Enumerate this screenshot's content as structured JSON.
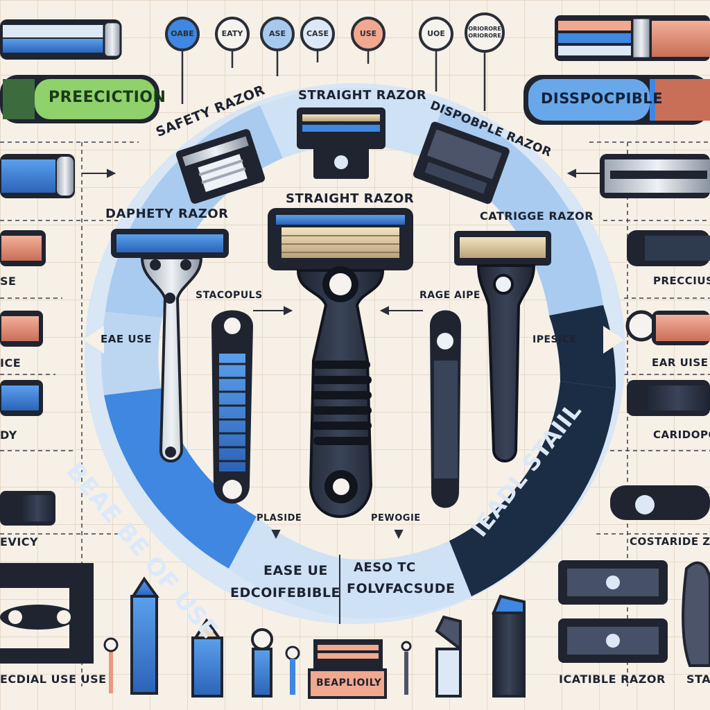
{
  "top_bubbles": [
    {
      "text": "OABE",
      "fill": "#3f87e0"
    },
    {
      "text": "EATY",
      "fill": "#f6f3ee"
    },
    {
      "text": "ASE",
      "fill": "#a8c9ee"
    },
    {
      "text": "CASE",
      "fill": "#dce8f6"
    },
    {
      "text": "USE",
      "fill": "#f1a88f"
    },
    {
      "text": "UOE",
      "fill": "#f6f3ee"
    },
    {
      "text": "ORIORORE ORIORORE",
      "fill": "#f6f3ee"
    }
  ],
  "pills": {
    "left": "PREECICTION",
    "right": "DISSPOCPIBLE"
  },
  "razor_labels": {
    "top_straight": "STRAIGHT RAZOR",
    "safety_top": "SAFETY RAZOR",
    "disposable_top": "DISPOBPLE RAZOR",
    "center_straight": "STRAIGHT RAZOR",
    "left_safety": "DAPHETY RAZOR",
    "right_cartridge": "CATRIGGE RAZOR"
  },
  "callouts": {
    "left_mid": "STACOPULS",
    "right_mid": "RAGE AIPE",
    "ring_left": "EAE USE",
    "ring_right": "IPESICE",
    "bottom_left": "PLASIDE",
    "bottom_right": "PEWOGIE"
  },
  "ring_segments": {
    "blue_text": "BEAE BE OF USE",
    "dark_text": "IEADL STAIIL",
    "bottom_left_line1": "EASE UE",
    "bottom_left_line2": "EDCOIFEBIBLE",
    "bottom_right_line1": "AESO TC",
    "bottom_right_line2": "FOLVFACSUDE"
  },
  "side_labels": {
    "left_1": "SE",
    "left_2": "ICE",
    "left_3": "DY",
    "left_4": "EVICY",
    "left_bottom": "ECDIAL USE USE",
    "right_1": "PRECCIUS",
    "right_2": "EAR UISE",
    "right_3": "CARIDOPCI",
    "right_4": "COSTARIDE ZA",
    "right_bottom": "ICATIBLE RAZOR",
    "right_bottom_cut": "STA"
  },
  "bottom_box_label": "BEAPLIOILY",
  "colors": {
    "blue": "#3f87e0",
    "light_blue": "#a9cbef",
    "pale_blue": "#cfe1f4",
    "navy": "#1b2c45",
    "dark": "#1f2430",
    "green": "#8fd16a",
    "salmon": "#e9987f",
    "background": "#f6f0e6"
  }
}
